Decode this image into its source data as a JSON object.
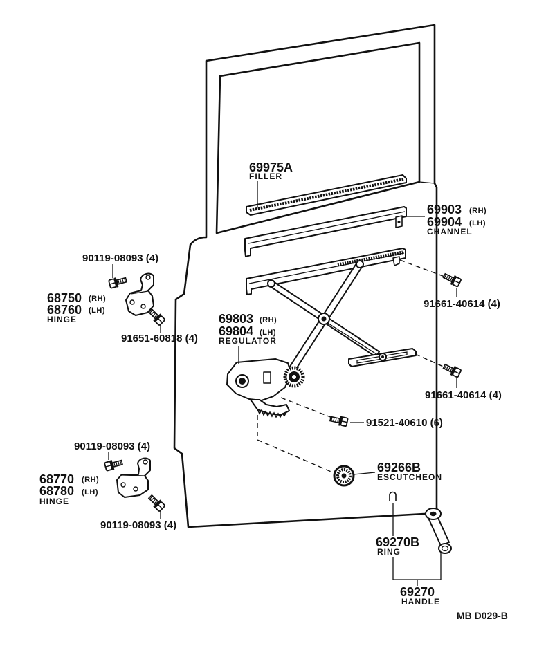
{
  "diagram_code": "MB D029-B",
  "filler": {
    "number": "69975A",
    "name": "FILLER"
  },
  "channel": {
    "rh": {
      "number": "69903",
      "side": "(RH)"
    },
    "lh": {
      "number": "69904",
      "side": "(LH)"
    },
    "name": "CHANNEL"
  },
  "upper_hinge": {
    "rh": {
      "number": "68750",
      "side": "(RH)"
    },
    "lh": {
      "number": "68760",
      "side": "(LH)"
    },
    "name": "HINGE"
  },
  "regulator": {
    "rh": {
      "number": "69803",
      "side": "(RH)"
    },
    "lh": {
      "number": "69804",
      "side": "(LH)"
    },
    "name": "REGULATOR"
  },
  "lower_hinge": {
    "rh": {
      "number": "68770",
      "side": "(RH)"
    },
    "lh": {
      "number": "68780",
      "side": "(LH)"
    },
    "name": "HINGE"
  },
  "escutcheon": {
    "number": "69266B",
    "name": "ESCUTCHEON"
  },
  "ring": {
    "number": "69270B",
    "name": "RING"
  },
  "handle": {
    "number": "69270",
    "name": "HANDLE"
  },
  "fasteners": {
    "upper_hinge_bolt_top": "90119-08093 (4)",
    "upper_hinge_bolt_bottom": "91651-60818 (4)",
    "regulator_rail_bolt_upper": "91661-40614 (4)",
    "regulator_rail_bolt_lower": "91661-40614 (4)",
    "regulator_base_bolt": "91521-40610 (6)",
    "lower_hinge_bolt_top": "90119-08093 (4)",
    "lower_hinge_bolt_bottom": "90119-08093 (4)"
  }
}
